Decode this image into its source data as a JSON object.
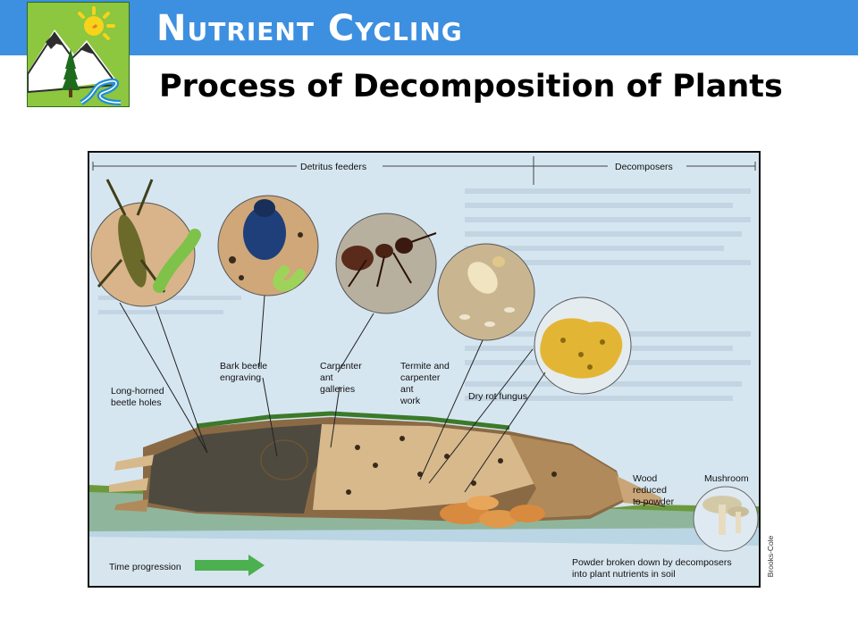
{
  "header": {
    "title": "Nutrient Cycling",
    "subtitle": "Process of Decomposition of Plants"
  },
  "logo": {
    "icon": "mountain-tree-sun-river-logo"
  },
  "figure": {
    "sections": {
      "detritus": "Detritus feeders",
      "decomposers": "Decomposers"
    },
    "labels": {
      "long_horned_1": "Long-horned",
      "long_horned_2": "beetle holes",
      "bark_1": "Bark beetle",
      "bark_2": "engraving",
      "carpenter_1": "Carpenter",
      "carpenter_2": "ant",
      "carpenter_3": "galleries",
      "termite_1": "Termite and",
      "termite_2": "carpenter",
      "termite_3": "ant",
      "termite_4": "work",
      "dry_rot": "Dry rot fungus",
      "wood_1": "Wood",
      "wood_2": "reduced",
      "wood_3": "to powder",
      "mushroom": "Mushroom",
      "time": "Time progression",
      "powder_1": "Powder broken down by decomposers",
      "powder_2": "into plant nutrients in soil"
    },
    "credit": "Brooks-Cole"
  },
  "colors": {
    "header_bar": "#3d8fe0",
    "logo_bg": "#8dc63f",
    "sky": "#d8e7f2",
    "grass": "#6b9a3e",
    "arrow": "#4caf50"
  }
}
